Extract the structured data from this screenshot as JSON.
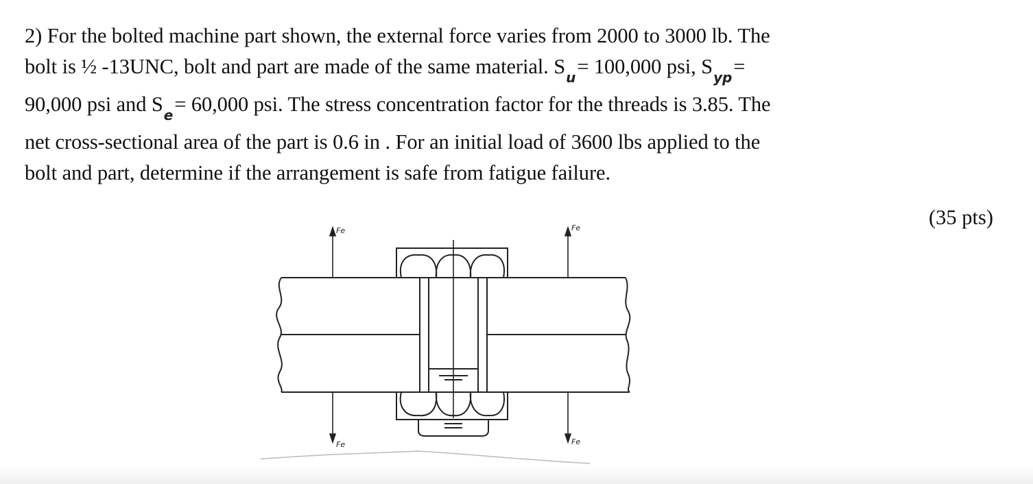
{
  "problem": {
    "line1": "2) For the bolted machine part shown, the external force varies from 2000 to 3000 lb. The",
    "line2_a": "bolt is  ½ -13UNC, bolt and part are made of the same material. S",
    "sub_u": "u",
    "line2_b": "= 100,000 psi, S",
    "sub_yp": "yp",
    "line2_c": "=",
    "line3_a": "90,000 psi and S",
    "sub_e": "e",
    "line3_b": "=  60,000 psi. The stress concentration factor for the threads is 3.85. The",
    "line4": "net cross-sectional area of the part is 0.6 in   . For an initial load of 3600 lbs applied to the",
    "line5": "bolt and part, determine if the arrangement is safe from fatigue failure."
  },
  "points": "(35 pts)",
  "figure": {
    "force_label": "Fe"
  }
}
